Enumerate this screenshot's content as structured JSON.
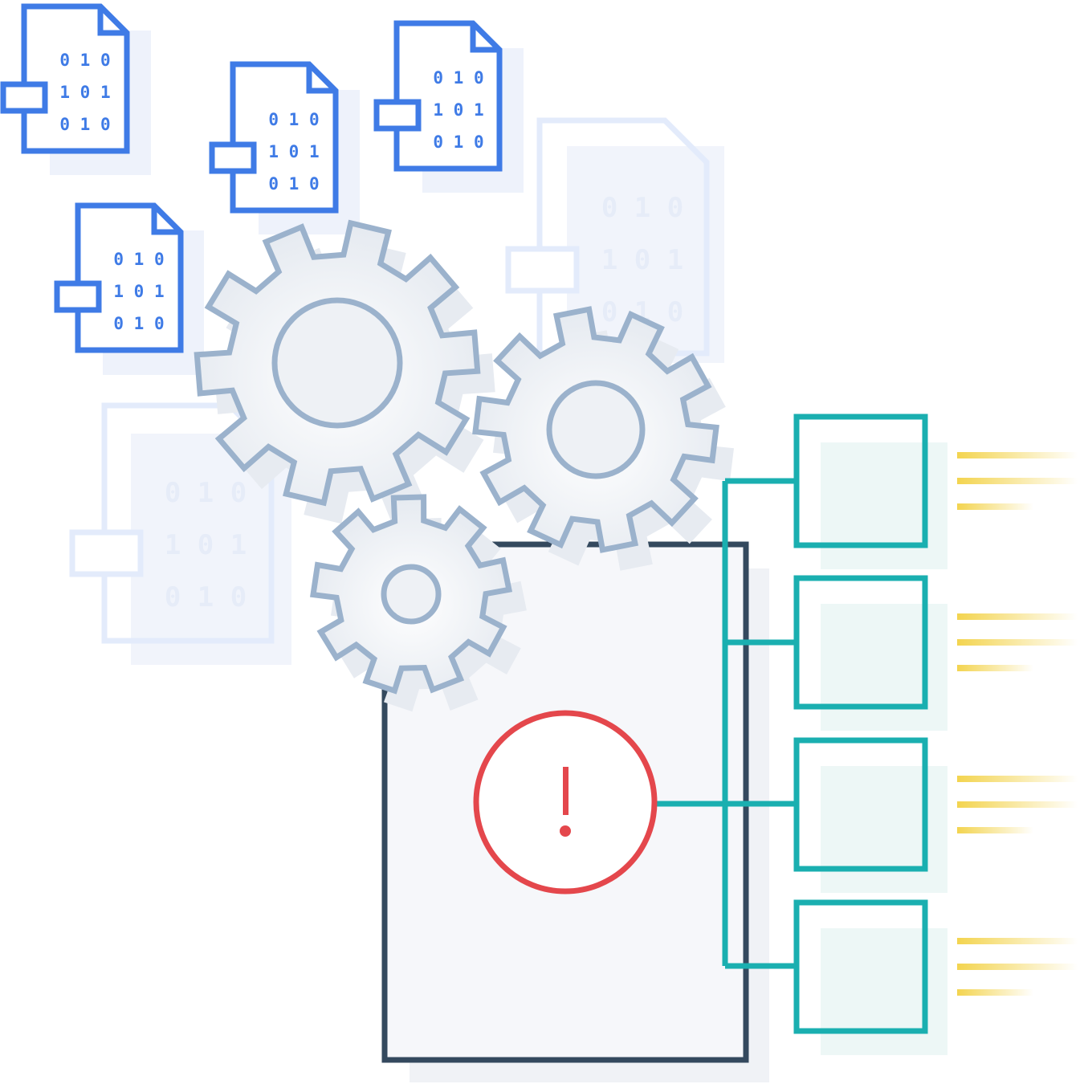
{
  "colors": {
    "file_blue": "#3f7be6",
    "file_faded": "#e3ebfb",
    "gear": "#9bb2cc",
    "gear_fill": "#e9edf3",
    "document": "#34495e",
    "document_fill": "#f5f6f9",
    "alert": "#e4474c",
    "connector": "#1aafb0",
    "output_fill": "#e6f4f2",
    "data_lines": "#f3d44f"
  },
  "binary": {
    "row1": "0 1 0",
    "row2": "1 0 1",
    "row3": "0 1 0"
  },
  "alert": {
    "symbol": "!"
  },
  "icons": {
    "file": "binary-file-icon",
    "gear": "gear-icon",
    "alert": "alert-icon"
  }
}
